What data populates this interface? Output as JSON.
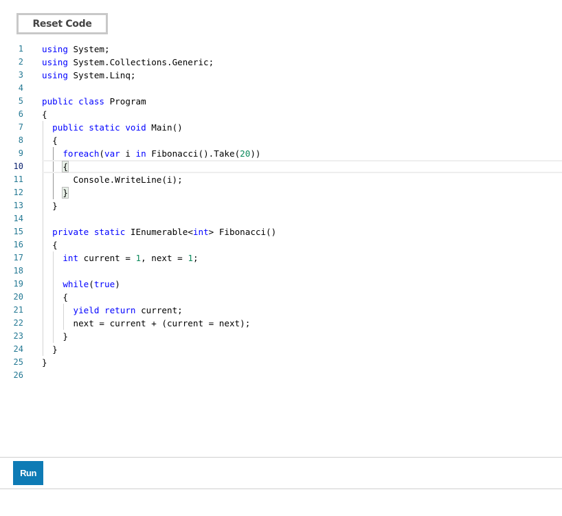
{
  "toolbar": {
    "reset_label": "Reset Code"
  },
  "editor": {
    "language": "csharp",
    "current_line": 10,
    "lines": [
      {
        "n": "1",
        "tokens": [
          [
            "kw",
            "using"
          ],
          [
            "",
            "System;"
          ]
        ]
      },
      {
        "n": "2",
        "tokens": [
          [
            "kw",
            "using"
          ],
          [
            "",
            "System.Collections.Generic;"
          ]
        ]
      },
      {
        "n": "3",
        "tokens": [
          [
            "kw",
            "using"
          ],
          [
            "",
            "System.Linq;"
          ]
        ]
      },
      {
        "n": "4",
        "tokens": []
      },
      {
        "n": "5",
        "tokens": [
          [
            "kw",
            "public"
          ],
          [
            "kw",
            "class"
          ],
          [
            "",
            "Program"
          ]
        ]
      },
      {
        "n": "6",
        "tokens": [
          [
            "",
            "{"
          ]
        ]
      },
      {
        "n": "7",
        "tokens": [
          [
            "",
            "  "
          ],
          [
            "kw",
            "public"
          ],
          [
            "kw",
            "static"
          ],
          [
            "kw",
            "void"
          ],
          [
            "",
            "Main()"
          ]
        ]
      },
      {
        "n": "8",
        "tokens": [
          [
            "",
            "  {"
          ]
        ]
      },
      {
        "n": "9",
        "tokens": [
          [
            "",
            "    "
          ],
          [
            "kw",
            "foreach"
          ],
          [
            "",
            "("
          ],
          [
            "kw",
            "var"
          ],
          [
            "",
            "i"
          ],
          [
            "kw",
            "in"
          ],
          [
            "",
            "Fibonacci().Take("
          ],
          [
            "num",
            "20"
          ],
          [
            "",
            "))"
          ]
        ]
      },
      {
        "n": "10",
        "tokens": [
          [
            "",
            "    "
          ],
          [
            "bm",
            "{"
          ]
        ]
      },
      {
        "n": "11",
        "tokens": [
          [
            "",
            "      Console.WriteLine(i);"
          ]
        ]
      },
      {
        "n": "12",
        "tokens": [
          [
            "",
            "    "
          ],
          [
            "bm",
            "}"
          ]
        ]
      },
      {
        "n": "13",
        "tokens": [
          [
            "",
            "  }"
          ]
        ]
      },
      {
        "n": "14",
        "tokens": []
      },
      {
        "n": "15",
        "tokens": [
          [
            "",
            "  "
          ],
          [
            "kw",
            "private"
          ],
          [
            "kw",
            "static"
          ],
          [
            "",
            "IEnumerable<"
          ],
          [
            "kw",
            "int"
          ],
          [
            "",
            "> Fibonacci()"
          ]
        ]
      },
      {
        "n": "16",
        "tokens": [
          [
            "",
            "  {"
          ]
        ]
      },
      {
        "n": "17",
        "tokens": [
          [
            "",
            "    "
          ],
          [
            "kw",
            "int"
          ],
          [
            "",
            "current = "
          ],
          [
            "num",
            "1"
          ],
          [
            "",
            ", next = "
          ],
          [
            "num",
            "1"
          ],
          [
            "",
            ";"
          ]
        ]
      },
      {
        "n": "18",
        "tokens": []
      },
      {
        "n": "19",
        "tokens": [
          [
            "",
            "    "
          ],
          [
            "kw",
            "while"
          ],
          [
            "",
            "("
          ],
          [
            "kw",
            "true"
          ],
          [
            "",
            ")"
          ]
        ]
      },
      {
        "n": "20",
        "tokens": [
          [
            "",
            "    {"
          ]
        ]
      },
      {
        "n": "21",
        "tokens": [
          [
            "",
            "      "
          ],
          [
            "kw",
            "yield"
          ],
          [
            "kw",
            "return"
          ],
          [
            "",
            "current;"
          ]
        ]
      },
      {
        "n": "22",
        "tokens": [
          [
            "",
            "      next = current + (current = next);"
          ]
        ]
      },
      {
        "n": "23",
        "tokens": [
          [
            "",
            "    }"
          ]
        ]
      },
      {
        "n": "24",
        "tokens": [
          [
            "",
            "  }"
          ]
        ]
      },
      {
        "n": "25",
        "tokens": [
          [
            "",
            "}"
          ]
        ]
      },
      {
        "n": "26",
        "tokens": []
      }
    ]
  },
  "footer": {
    "run_label": "Run"
  },
  "colors": {
    "keyword": "#0000ff",
    "number": "#09885a",
    "line_number": "#237893",
    "run_button": "#0e7bb5"
  }
}
